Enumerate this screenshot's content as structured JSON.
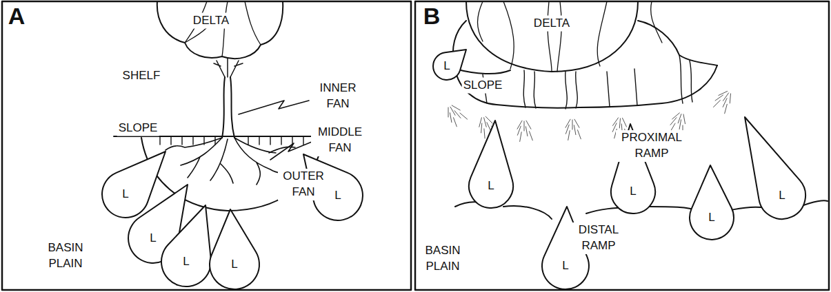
{
  "diagram": {
    "labels": [
      "A",
      "DELTA",
      "SHELF",
      "INNER FAN",
      "MIDDLE FAN",
      "SLOPE",
      "OUTER FAN",
      "L",
      "L",
      "L",
      "L",
      "L",
      "BASIN PLAIN",
      "B",
      "DELTA",
      "SLOPE",
      "PROXIMAL RAMP",
      "L",
      "L",
      "L",
      "L",
      "L",
      "L",
      "BASIN PLAIN",
      "DISTAL RAMP"
    ]
  }
}
